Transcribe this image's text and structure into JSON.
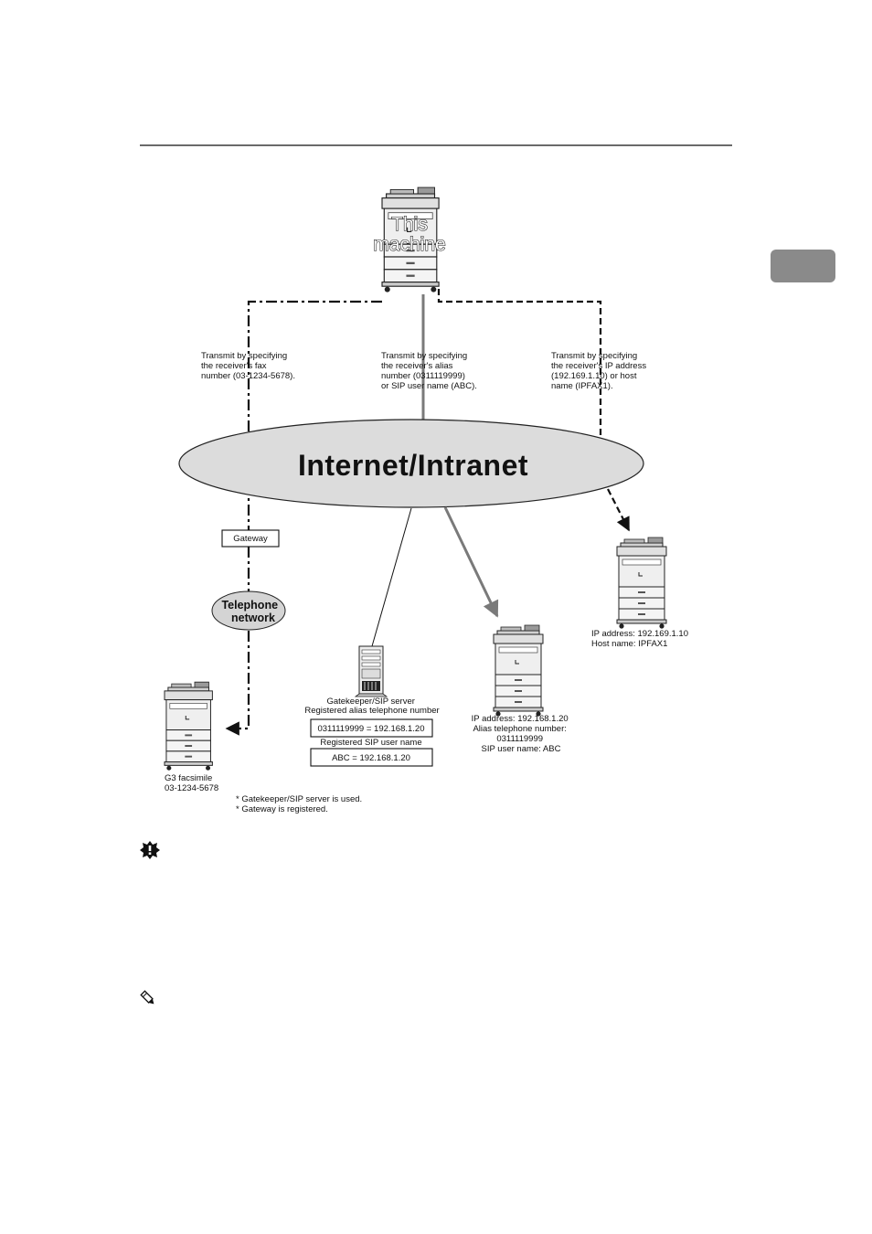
{
  "this_machine": {
    "line1": "This",
    "line2": "machine"
  },
  "network": {
    "label": "Internet/Intranet"
  },
  "transmit_fax": {
    "line1": "Transmit by specifying",
    "line2": "the receiver's fax",
    "line3": "number (03-1234-5678)."
  },
  "transmit_alias": {
    "line1": "Transmit by specifying",
    "line2": "the receiver's alias",
    "line3": "number (0311119999)",
    "line4": "or SIP user name (ABC)."
  },
  "transmit_ip": {
    "line1": "Transmit by specifying",
    "line2": "the receiver's IP address",
    "line3": "(192.169.1.10) or host",
    "line4": "name (IPFAX1)."
  },
  "gateway": {
    "label": "Gateway"
  },
  "telephone_network": {
    "line1": "Telephone",
    "line2": "network"
  },
  "g3_facsimile": {
    "line1": "G3 facsimile",
    "line2": "03-1234-5678"
  },
  "server": {
    "line1": "Gatekeeper/SIP server",
    "line2": "Registered alias telephone number",
    "alias_entry": "0311119999 = 192.168.1.20",
    "sip_heading": "Registered SIP user name",
    "sip_entry": "ABC = 192.168.1.20"
  },
  "receiver_alias": {
    "line1": "IP address: 192.168.1.20",
    "line2": "Alias telephone number:",
    "line3": "0311119999",
    "line4": "SIP user name: ABC"
  },
  "receiver_ip": {
    "line1": "IP address: 192.169.1.10",
    "line2": "Host name: IPFAX1"
  },
  "footnotes": {
    "note1": "* Gatekeeper/SIP server is used.",
    "note2": "* Gateway is registered."
  },
  "colors": {
    "cloud_fill": "#dcdcdc",
    "line_gray": "#7a7a7a",
    "chapter_tab": "#8a8a8a"
  }
}
